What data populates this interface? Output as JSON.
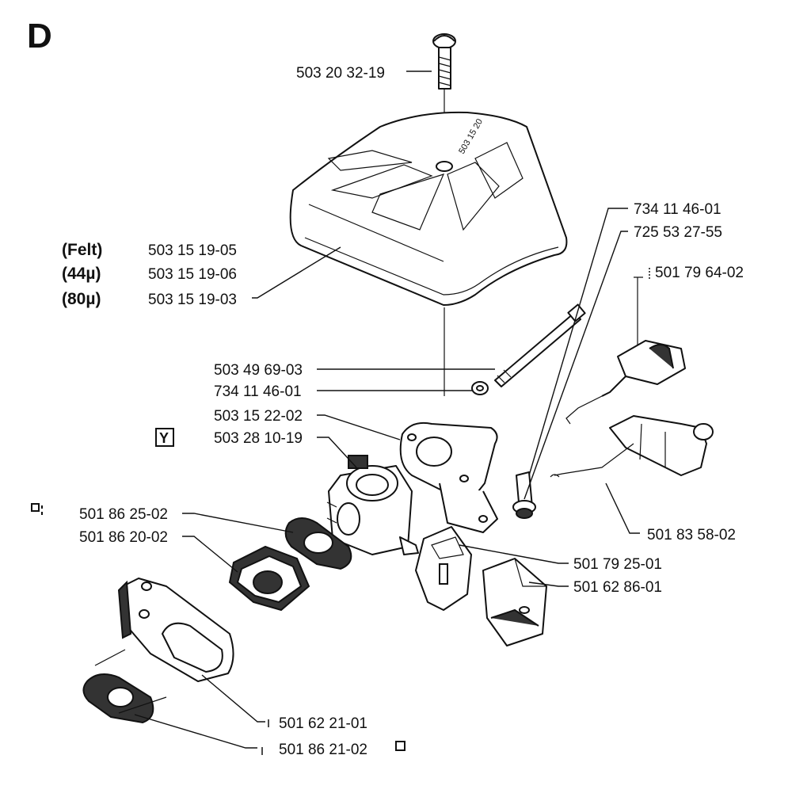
{
  "section_letter": "D",
  "variant_labels": [
    "(Felt)",
    "(44µ)",
    "(80µ)"
  ],
  "symbol_y": "Y",
  "part_numbers": {
    "screw_top": "503 20 32-19",
    "filter_felt": "503 15 19-05",
    "filter_44": "503 15 19-06",
    "filter_80": "503 15 19-03",
    "bolt_long": "503 49 69-03",
    "washer_a": "734 11 46-01",
    "adapter": "503 15 22-02",
    "carburetor": "503 28 10-19",
    "gasket_a": "501 86 25-02",
    "intake": "501 86 20-02",
    "gasket_plate": "501 62 21-01",
    "gasket_b": "501 86 21-02",
    "washer_b": "734 11 46-01",
    "nut": "725 53 27-55",
    "bracket": "501 79 64-02",
    "rod": "501 83 58-02",
    "plate": "501 79 25-01",
    "block": "501 62 86-01"
  }
}
